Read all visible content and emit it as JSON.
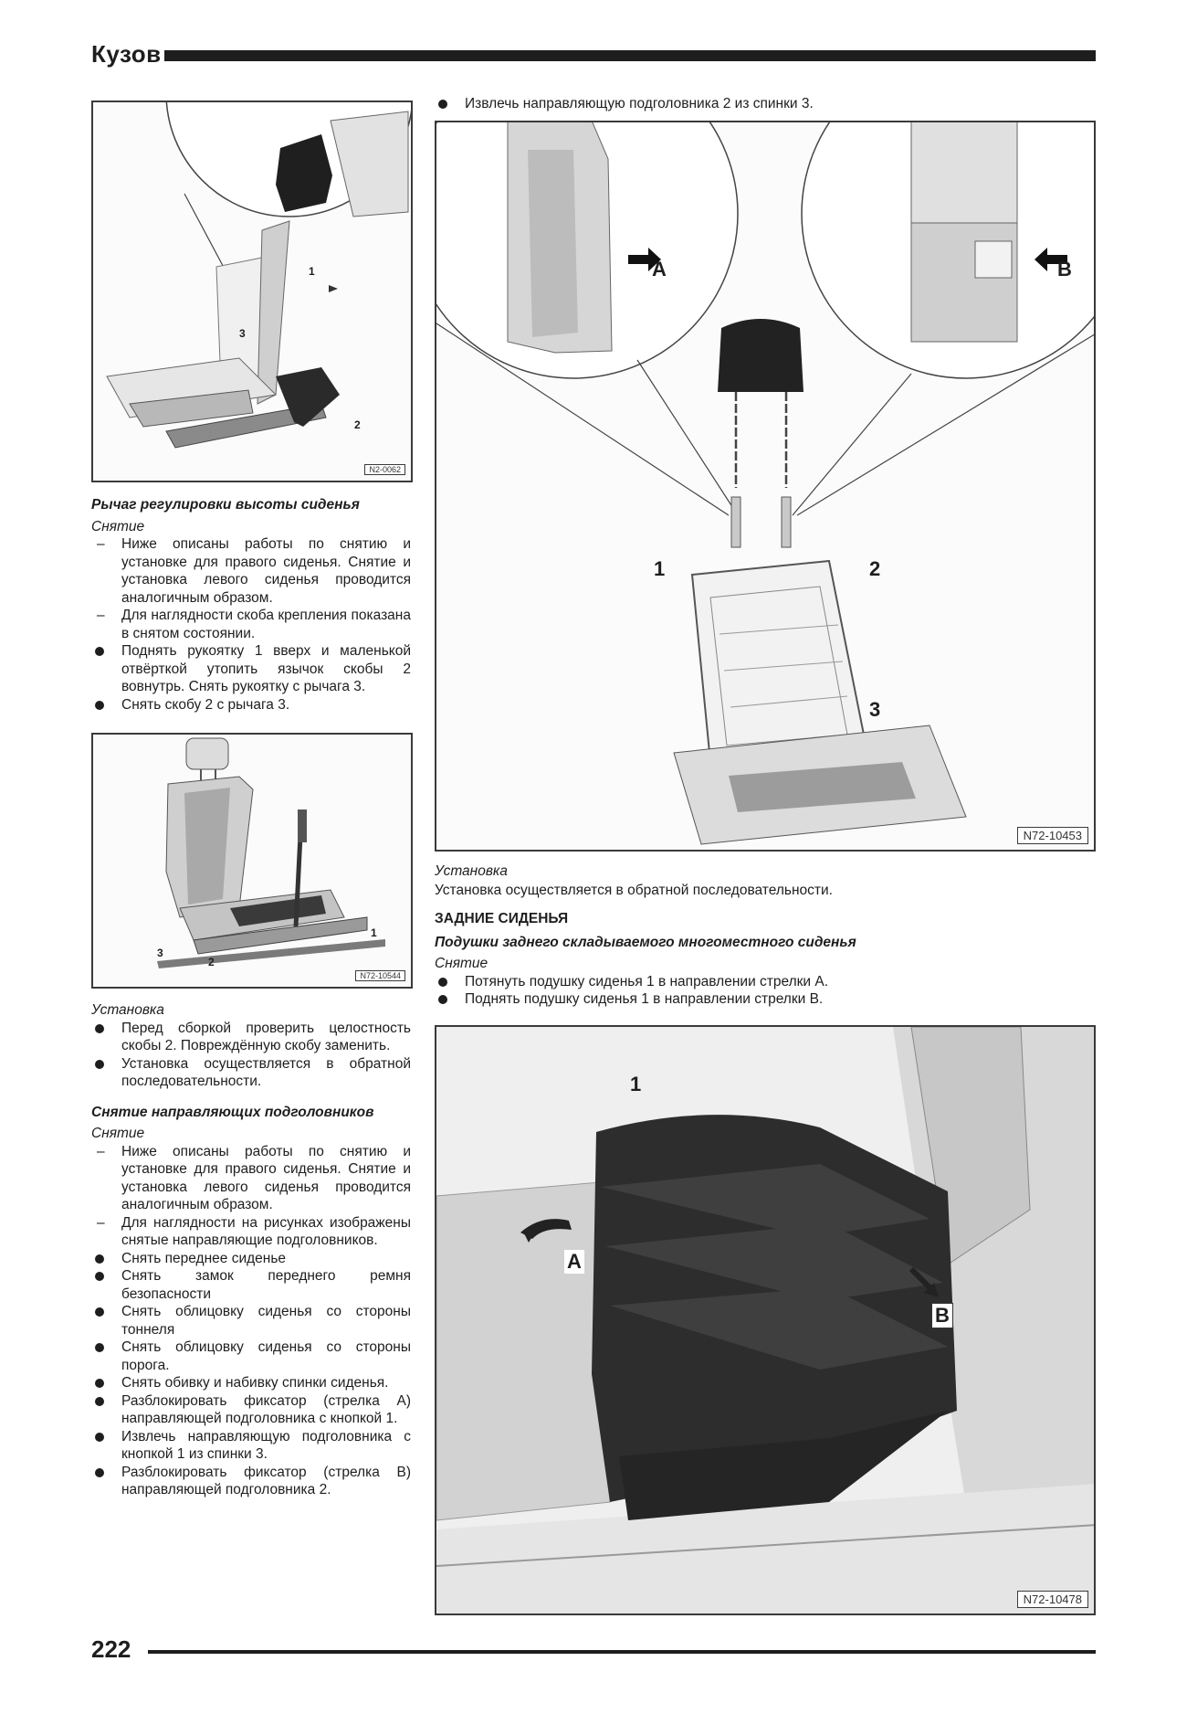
{
  "page": {
    "header_title": "Кузов",
    "page_number": "222"
  },
  "figures": {
    "seat_lever": {
      "code": "N2-0062",
      "callouts": [
        "1",
        "2",
        "3"
      ]
    },
    "seat_side": {
      "code": "N72-10544",
      "callouts": [
        "1",
        "2",
        "3"
      ]
    },
    "headrest": {
      "code": "N72-10453",
      "callouts": [
        "1",
        "2",
        "3",
        "A",
        "B"
      ]
    },
    "rear_cushion": {
      "code": "N72-10478",
      "callouts": [
        "1",
        "A",
        "B"
      ]
    }
  },
  "left_column": {
    "section1": {
      "title": "Рычаг регулировки высоты сиденья",
      "label_removal": "Снятие",
      "items": [
        {
          "type": "dash",
          "text": "Ниже описаны работы по снятию и установке для правого сиденья. Снятие и установка левого сиденья проводится аналогичным образом."
        },
        {
          "type": "dash",
          "text": "Для наглядности скоба крепления показана в снятом состоянии."
        },
        {
          "type": "bullet",
          "text": "Поднять рукоятку 1 вверх и маленькой отвёрткой утопить язычок скобы 2 вовнутрь. Снять рукоятку с рычага 3."
        },
        {
          "type": "bullet",
          "text": "Снять скобу 2 с рычага 3."
        }
      ]
    },
    "section2": {
      "label_install": "Установка",
      "items": [
        {
          "type": "bullet",
          "text": "Перед сборкой проверить целостность скобы 2. Повреждённую скобу заменить."
        },
        {
          "type": "bullet",
          "text": "Установка осуществляется в обратной последовательности."
        }
      ]
    },
    "section3": {
      "title": "Снятие направляющих подголовников",
      "label_removal": "Снятие",
      "items": [
        {
          "type": "dash",
          "text": "Ниже описаны работы по снятию и установке для правого сиденья. Снятие и установка левого сиденья проводится аналогичным образом."
        },
        {
          "type": "dash",
          "text": "Для наглядности на рисунках изображены снятые направляющие подголовников."
        },
        {
          "type": "bullet",
          "text": "Снять переднее сиденье"
        },
        {
          "type": "bullet",
          "text": "Снять замок переднего ремня безопасности"
        },
        {
          "type": "bullet",
          "text": "Снять облицовку сиденья со стороны тоннеля"
        },
        {
          "type": "bullet",
          "text": "Снять облицовку сиденья со стороны порога."
        },
        {
          "type": "bullet",
          "text": "Снять обивку и набивку спинки сиденья."
        },
        {
          "type": "bullet",
          "text": "Разблокировать фиксатор (стрелка А) направляющей подголовника с кнопкой 1."
        },
        {
          "type": "bullet",
          "text": "Извлечь направляющую подголовника с кнопкой 1 из спинки 3."
        },
        {
          "type": "bullet",
          "text": "Разблокировать фиксатор (стрелка В) направляющей подголовника 2."
        }
      ]
    }
  },
  "right_column": {
    "top_bullet": "Извлечь направляющую подголовника 2 из спинки 3.",
    "install_label": "Установка",
    "install_text": "Установка осуществляется в обратной последовательности.",
    "rear_title": "ЗАДНИЕ СИДЕНЬЯ",
    "rear_subtitle": "Подушки заднего складываемого многоместного сиденья",
    "rear_label_removal": "Снятие",
    "rear_items": [
      {
        "type": "bullet",
        "text": "Потянуть подушку сиденья 1 в направлении стрелки А."
      },
      {
        "type": "bullet",
        "text": "Поднять подушку сиденья 1 в направлении стрелки В."
      }
    ]
  }
}
